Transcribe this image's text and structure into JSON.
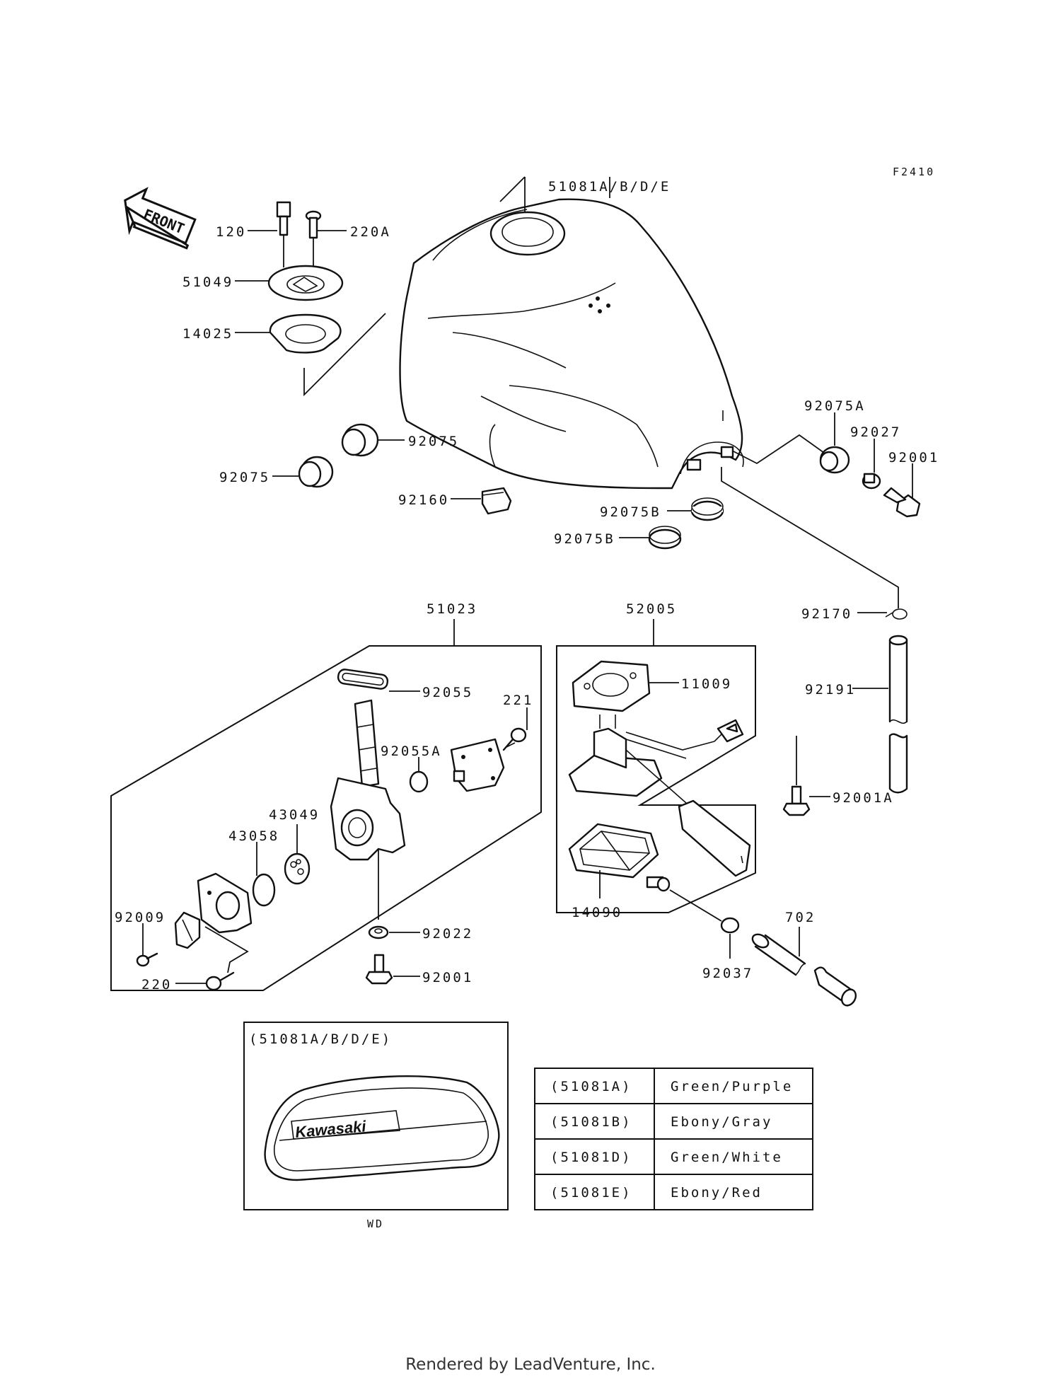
{
  "diagram_code": "F2410",
  "front_label": "FRONT",
  "callouts": {
    "tank": "51081A/B/D/E",
    "bolt_120": "120",
    "screw_220A": "220A",
    "cap_51049": "51049",
    "gasket_14025": "14025",
    "damper_92075_a": "92075",
    "damper_92075_b": "92075",
    "pad_92160": "92160",
    "damper_92075A": "92075A",
    "collar_92027": "92027",
    "bolt_92001_top": "92001",
    "damper_92075B_a": "92075B",
    "damper_92075B_b": "92075B",
    "clamp_92170": "92170",
    "hose_92191": "92191",
    "bolt_92001A": "92001A",
    "cock_51023": "51023",
    "oring_92055": "92055",
    "screw_221": "221",
    "oring_92055A": "92055A",
    "plate_43049": "43049",
    "oring_43058": "43058",
    "screw_92009": "92009",
    "screw_220": "220",
    "washer_92022": "92022",
    "bolt_92001_bottom": "92001",
    "gauge_52005": "52005",
    "gasket_11009": "11009",
    "filter_14090": "14090",
    "clip_92037": "92037",
    "hose_702": "702"
  },
  "inset": {
    "title": "(51081A/B/D/E)",
    "caption": "WD",
    "logo_text": "Kawasaki"
  },
  "color_table": [
    {
      "code": "(51081A)",
      "color": "Green/Purple"
    },
    {
      "code": "(51081B)",
      "color": "Ebony/Gray"
    },
    {
      "code": "(51081D)",
      "color": "Green/White"
    },
    {
      "code": "(51081E)",
      "color": "Ebony/Red"
    }
  ],
  "footer": "Rendered by LeadVenture, Inc."
}
